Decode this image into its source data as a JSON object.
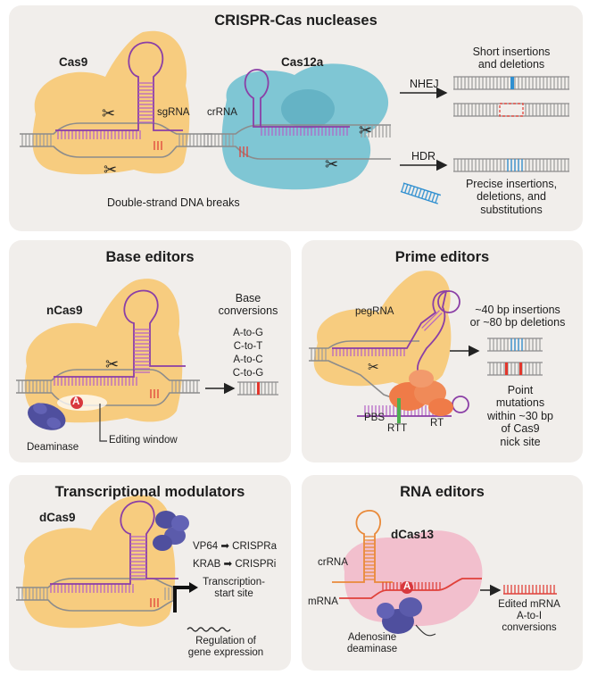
{
  "crispr": {
    "title": "CRISPR-Cas nucleases",
    "cas9": "Cas9",
    "sgrna": "sgRNA",
    "cas12a": "Cas12a",
    "crrna": "crRNA",
    "dsb": "Double-strand DNA breaks",
    "nhej": "NHEJ",
    "hdr": "HDR",
    "short_indels": "Short insertions\nand deletions",
    "precise": "Precise insertions,\ndeletions, and\nsubstitutions"
  },
  "base": {
    "title": "Base editors",
    "ncas9": "nCas9",
    "conversions_title": "Base\nconversions",
    "conversions": "A-to-G\nC-to-T\nA-to-C\nC-to-G",
    "a_letter": "A",
    "deaminase": "Deaminase",
    "window": "Editing window"
  },
  "prime": {
    "title": "Prime editors",
    "pegrna": "pegRNA",
    "insertions": "~40 bp insertions\nor ~80 bp deletions",
    "point": "Point\nmutations\nwithin ~30 bp\nof Cas9\nnick site",
    "pbs": "PBS",
    "rtt": "RTT",
    "rt": "RT"
  },
  "tx": {
    "title": "Transcriptional modulators",
    "dcas9": "dCas9",
    "vp64": "VP64 ➡ CRISPRa",
    "krab": "KRAB ➡ CRISPRi",
    "tss": "Transcription-\nstart site",
    "regulation": "Regulation of\ngene expression"
  },
  "rna": {
    "title": "RNA editors",
    "dcas13": "dCas13",
    "crrna": "crRNA",
    "mrna": "mRNA",
    "a_letter": "A",
    "adenosine": "Adenosine\ndeaminase",
    "edited": "Edited mRNA\nA-to-I\nconversions"
  },
  "colors": {
    "panel": "#f1eeeb",
    "cas_body": "#f7c873",
    "cas12a": "#78c3d3",
    "rna": "#8b3fa6",
    "dna": "#9a9a9a",
    "mutation": "#e2362c",
    "insertion": "#2f8fd0",
    "deaminase": "#4f4f9e",
    "rt": "#ef7b48",
    "dcas13": "#f2b6c8",
    "mrna": "#e0413a"
  }
}
